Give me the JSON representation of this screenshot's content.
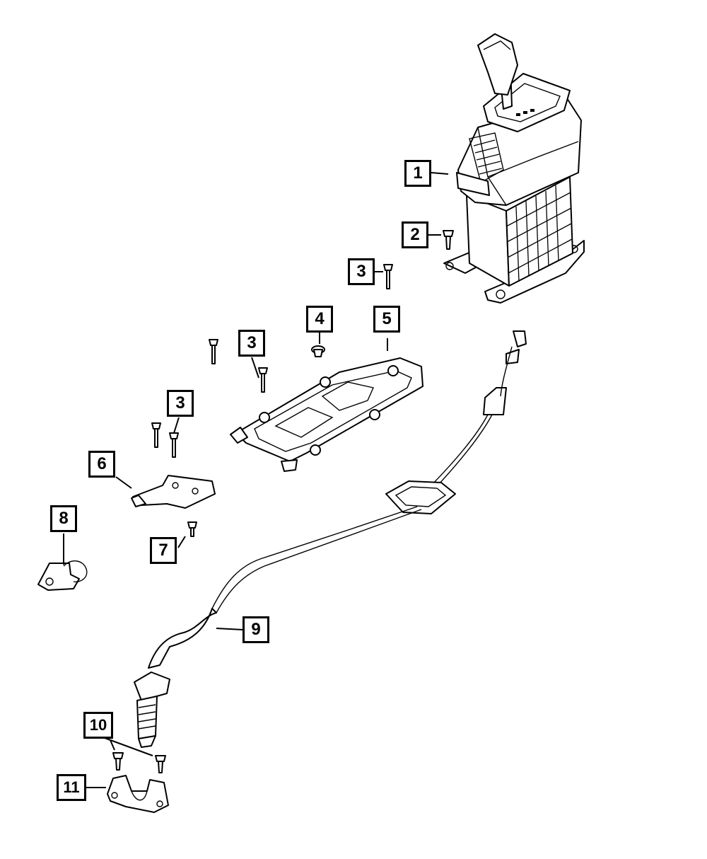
{
  "callouts": [
    {
      "id": "c-1",
      "label": "1"
    },
    {
      "id": "c-2",
      "label": "2"
    },
    {
      "id": "c-3a",
      "label": "3"
    },
    {
      "id": "c-3b",
      "label": "3"
    },
    {
      "id": "c-3c",
      "label": "3"
    },
    {
      "id": "c-4",
      "label": "4"
    },
    {
      "id": "c-5",
      "label": "5"
    },
    {
      "id": "c-6",
      "label": "6"
    },
    {
      "id": "c-7",
      "label": "7"
    },
    {
      "id": "c-8",
      "label": "8"
    },
    {
      "id": "c-9",
      "label": "9"
    },
    {
      "id": "c-10",
      "label": "10"
    },
    {
      "id": "c-11",
      "label": "11"
    }
  ],
  "colors": {
    "line": "#000000",
    "background": "#ffffff"
  },
  "icons": [
    "shifter-assembly-icon",
    "bolt-icon",
    "screw-icon",
    "push-pin-icon",
    "bracket-plate-icon",
    "shift-cable-icon",
    "cable-bracket-icon",
    "wire-clip-icon"
  ]
}
